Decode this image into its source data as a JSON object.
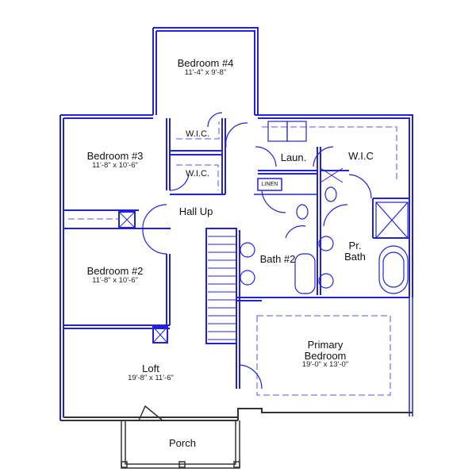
{
  "plan": {
    "wall_color": "#2222dd",
    "dash_color": "#5555ee",
    "rooms": [
      {
        "id": "bedroom4",
        "name": "Bedroom #4",
        "dims": "11'-4\" x 9'-8\""
      },
      {
        "id": "bedroom3",
        "name": "Bedroom #3",
        "dims": "11'-8\" x 10'-6\""
      },
      {
        "id": "bedroom2",
        "name": "Bedroom #2",
        "dims": "11'-8\" x 10'-6\""
      },
      {
        "id": "loft",
        "name": "Loft",
        "dims": "19'-8\" x 11'-6\""
      },
      {
        "id": "primary",
        "name": "Primary Bedroom",
        "name_line1": "Primary",
        "name_line2": "Bedroom",
        "dims": "19'-0\" x 13'-0\""
      },
      {
        "id": "porch",
        "name": "Porch"
      },
      {
        "id": "hall",
        "name": "Hall Up"
      },
      {
        "id": "laundry",
        "name": "Laun."
      },
      {
        "id": "wic_primary",
        "name": "W.I.C"
      },
      {
        "id": "wic_b4",
        "name": "W.I.C."
      },
      {
        "id": "wic_b3",
        "name": "W.I.C."
      },
      {
        "id": "linen",
        "name": "LINEN"
      },
      {
        "id": "bath2",
        "name": "Bath #2"
      },
      {
        "id": "prbath",
        "name": "Pr. Bath",
        "name_line1": "Pr.",
        "name_line2": "Bath"
      }
    ]
  }
}
